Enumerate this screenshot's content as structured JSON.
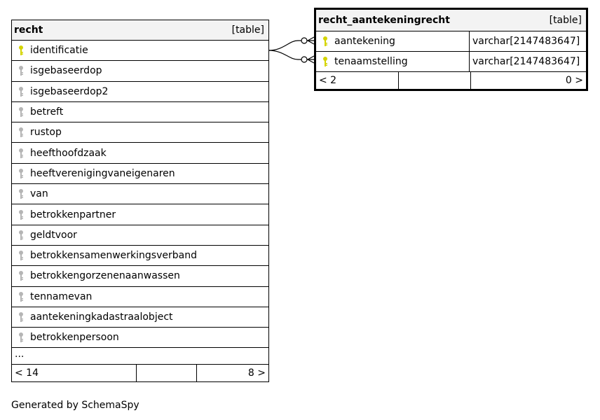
{
  "recht": {
    "name": "recht",
    "kind": "[table]",
    "columns": [
      {
        "name": "identificatie",
        "key": "primary"
      },
      {
        "name": "isgebaseerdop",
        "key": "foreign"
      },
      {
        "name": "isgebaseerdop2",
        "key": "foreign"
      },
      {
        "name": "betreft",
        "key": "foreign"
      },
      {
        "name": "rustop",
        "key": "foreign"
      },
      {
        "name": "heefthoofdzaak",
        "key": "foreign"
      },
      {
        "name": "heeftverenigingvaneigenaren",
        "key": "foreign"
      },
      {
        "name": "van",
        "key": "foreign"
      },
      {
        "name": "betrokkenpartner",
        "key": "foreign"
      },
      {
        "name": "geldtvoor",
        "key": "foreign"
      },
      {
        "name": "betrokkensamenwerkingsverband",
        "key": "foreign"
      },
      {
        "name": "betrokkengorzenenaanwassen",
        "key": "foreign"
      },
      {
        "name": "tennamevan",
        "key": "foreign"
      },
      {
        "name": "aantekeningkadastraalobject",
        "key": "foreign"
      },
      {
        "name": "betrokkenpersoon",
        "key": "foreign"
      }
    ],
    "more": "...",
    "parents": "< 14",
    "children": "8 >"
  },
  "recht_aantekeningrecht": {
    "name": "recht_aantekeningrecht",
    "kind": "[table]",
    "columns": [
      {
        "name": "aantekening",
        "type": "varchar[2147483647]",
        "key": "primary"
      },
      {
        "name": "tenaamstelling",
        "type": "varchar[2147483647]",
        "key": "primary"
      }
    ],
    "parents": "< 2",
    "children": "0 >"
  },
  "colors": {
    "primary_key": "#d4d400",
    "foreign_key": "#b5b5b5",
    "header_bg": "#f3f3f3"
  },
  "footer": "Generated by SchemaSpy"
}
